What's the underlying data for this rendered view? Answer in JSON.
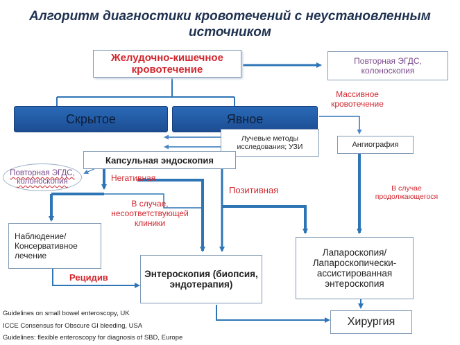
{
  "title": {
    "line1": "Алгоритм диагностики кровотечений с неустановленным",
    "line2": "источником"
  },
  "nodes": {
    "gi_bleeding": "Желудочно-кишечное кровотечение",
    "repeat_egds_right": "Повторная ЭГДС, колоноскопия",
    "massive_bleeding": "Массивное кровотечение",
    "hidden": "Скрытое",
    "overt": "Явное",
    "radiology": "Лучевые методы исследования; УЗИ",
    "angiography": "Ангиография",
    "capsule": "Капсульная эндоскопия",
    "repeat_egds_left": "Повторная ЭГДС, колоноскопия",
    "negative": "Негативная",
    "positive": "Позитивная",
    "clinic_mismatch": "В случае, несоответствующей клиники",
    "continuing": "В случае продолжающегося",
    "observation": "Наблюдение/ Консервативное лечение",
    "relapse": "Рецидив",
    "enteroscopy": "Энтероскопия (биопсия, эндотерапия)",
    "laparoscopy": "Лапароскопия/ Лапароскопически-ассистированная энтероскопия",
    "surgery": "Хирургия"
  },
  "footnotes": [
    "Guidelines on small bowel enteroscopy, UK",
    "ICCE Consensus for Obscure GI bleeding, USA",
    "Guidelines: flexible enteroscopy for diagnosis of SBD, Europe"
  ],
  "colors": {
    "arrow": "#2e75b6",
    "box_border": "#7f98b3",
    "accent_red": "#d1262e",
    "purple": "#7a4a8c",
    "blue_box": "#2263ae"
  }
}
